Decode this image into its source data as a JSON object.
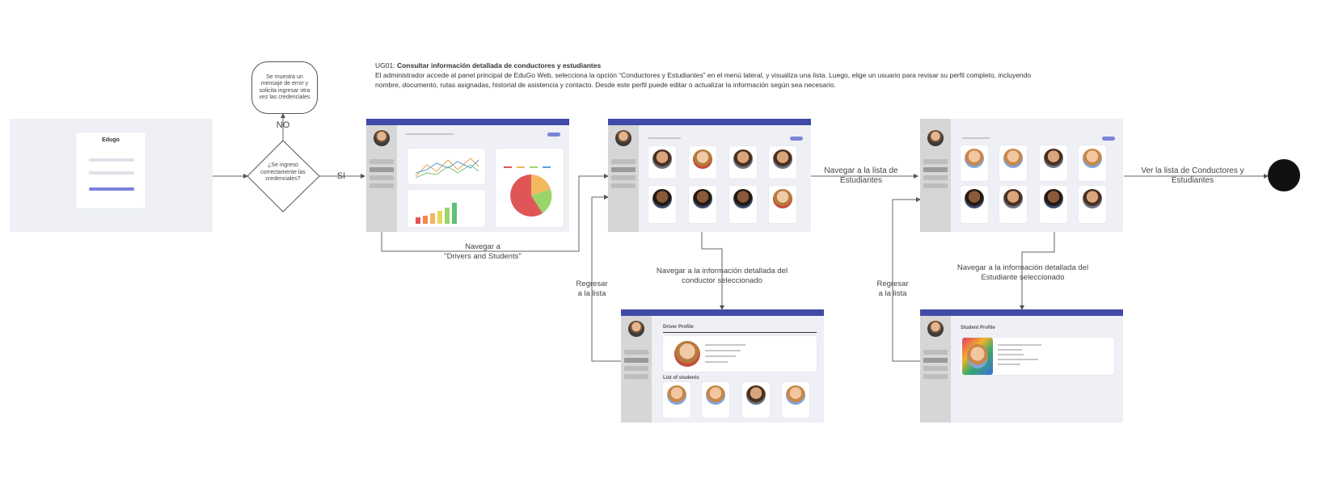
{
  "description": {
    "code": "UG01:",
    "title": "Consultar información detallada de conductores y estudiantes",
    "body": " El administrador accede al panel principal de EduGo Web, selecciona la opción “Conductores y Estudiantes” en el menú lateral, y visualiza una lista. Luego, elige un usuario para revisar su perfil completo, incluyendo nombre, documento, rutas asignadas, historial de asistencia y contacto. Desde este perfil puede editar o actualizar la información según sea necesario."
  },
  "login": {
    "app_name": "Edugo"
  },
  "decision": {
    "question": "¿Se ingreso correctamente las credenciales?",
    "no_label": "NO",
    "yes_label": "SI",
    "error_message": "Se muestra un mensaje de error y solicita ingresar otra vez las credenciales"
  },
  "edges": {
    "to_drivers": "Navegar a\n\"Drivers and Students\"",
    "to_students": "Navegar a la lista de Estudiantes",
    "to_driver_detail": "Navegar a la información detallada del conductor seleccionado",
    "to_student_detail": "Navegar a la información detallada del Estudiante seleccionado",
    "back_drivers": "Regresar\na la lista",
    "back_students": "Regresar\na la lista",
    "to_end": "Ver la lista de Conductores y Estudiantes"
  },
  "screens": {
    "driver_profile_title": "Driver Profile",
    "driver_students_title": "List of students",
    "student_profile_title": "Student Profile"
  },
  "colors": {
    "topbar": "#3f4ba6",
    "sidebar": "#d6d6d6",
    "accent_button": "#7a84d8",
    "end_node": "#111111",
    "connector": "#555555"
  }
}
